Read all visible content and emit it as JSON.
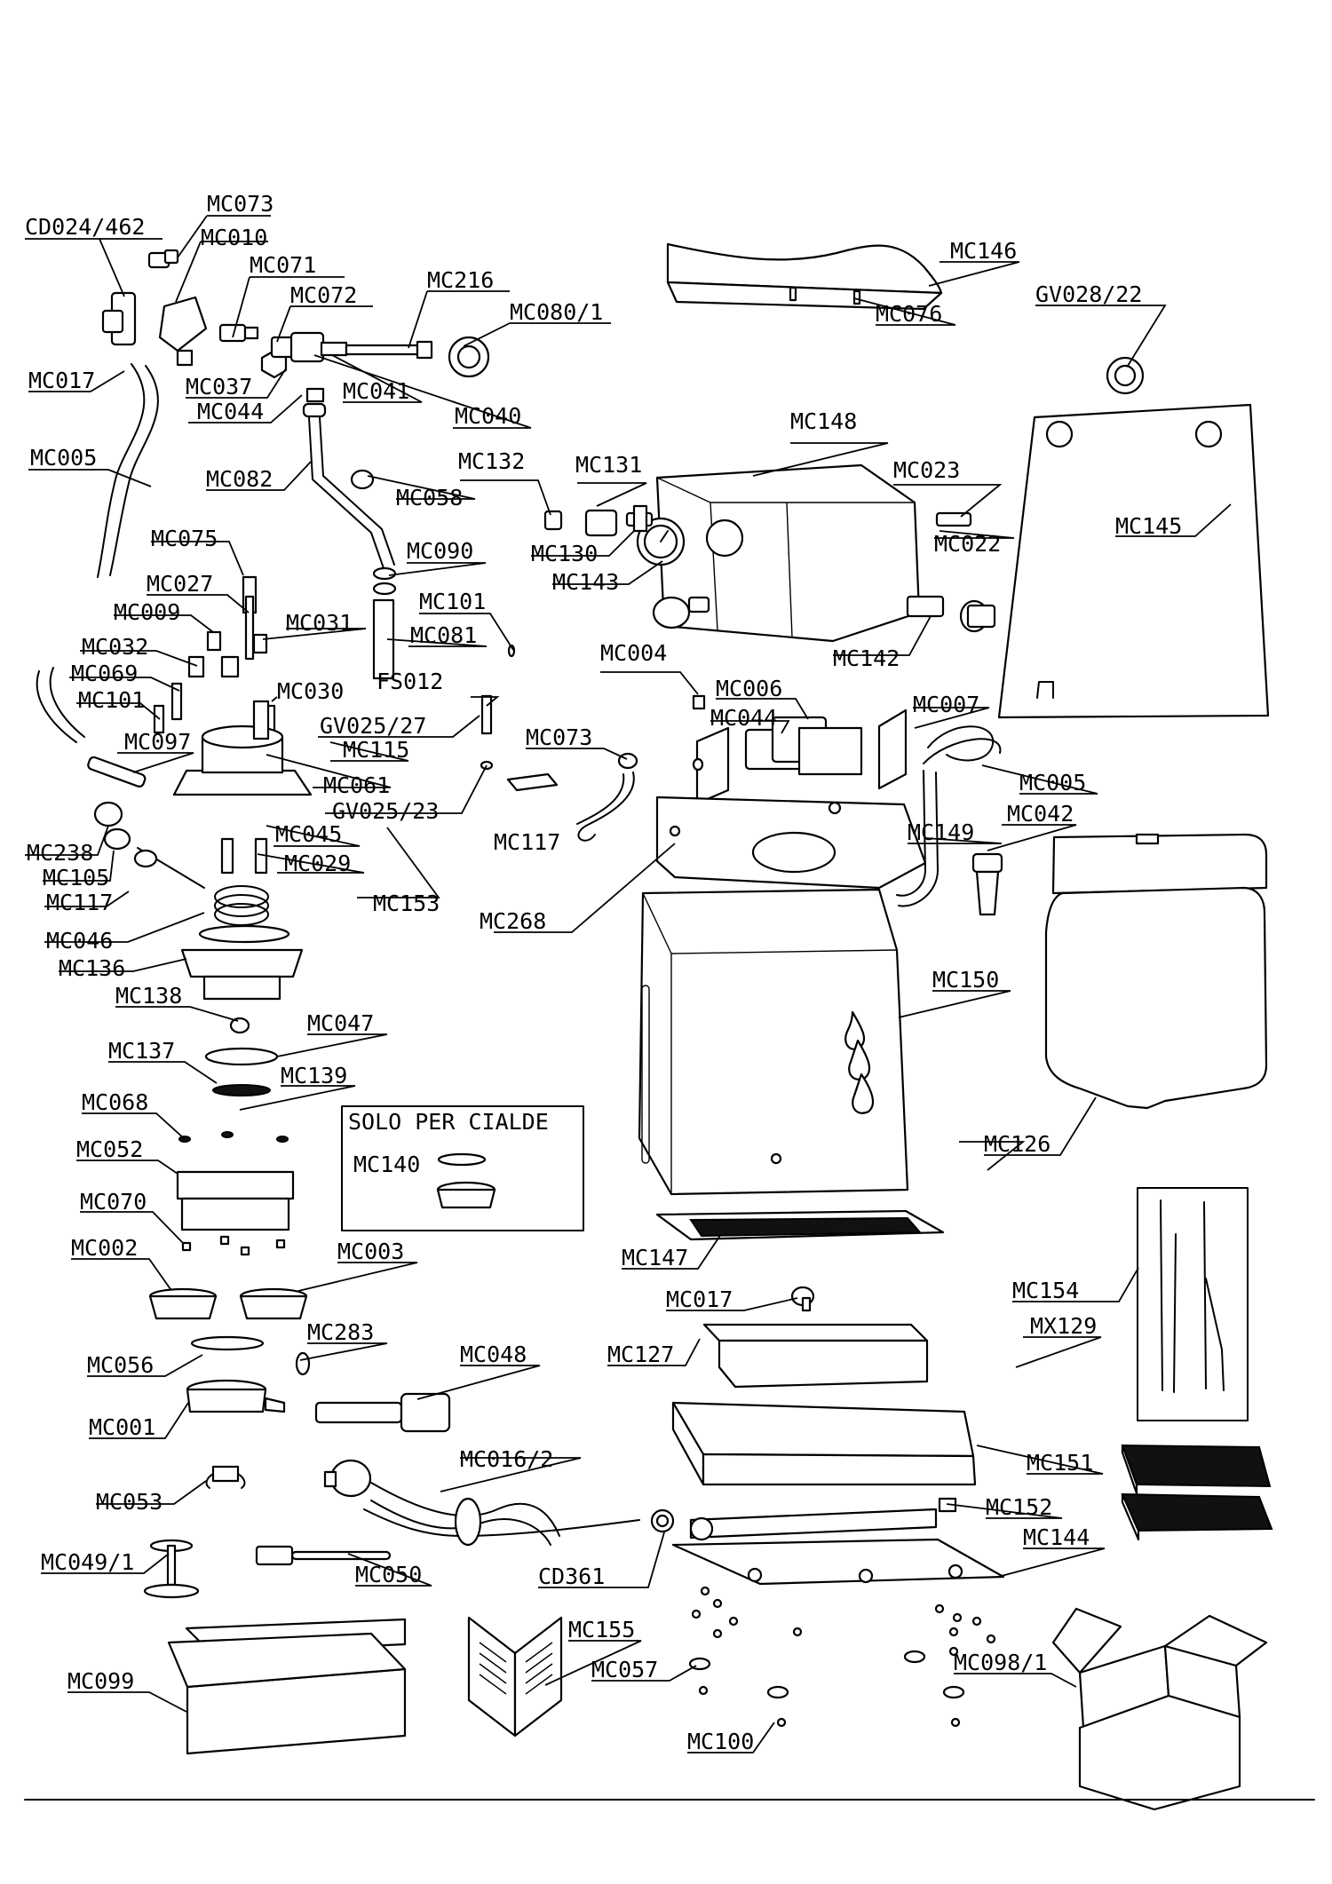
{
  "note": "SOLO PER CIALDE",
  "parts": [
    "CD024/462",
    "MC073",
    "MC010",
    "MC071",
    "MC072",
    "MC216",
    "MC080/1",
    "MC017",
    "MC037",
    "MC041",
    "MC044",
    "MC040",
    "MC005",
    "MC082",
    "MC058",
    "MC090",
    "MC101",
    "MC081",
    "MC075",
    "MC027",
    "MC009",
    "MC031",
    "MC032",
    "MC069",
    "MC101",
    "MC030",
    "FS012",
    "GV025/27",
    "MC115",
    "MC097",
    "MC061",
    "GV025/23",
    "MC238",
    "MC045",
    "MC105",
    "MC029",
    "MC117",
    "MC153",
    "MC046",
    "MC136",
    "MC138",
    "MC047",
    "MC137",
    "MC139",
    "MC068",
    "MC052",
    "MC140",
    "MC070",
    "MC002",
    "MC003",
    "MC283",
    "MC048",
    "MC056",
    "MC001",
    "MC016/2",
    "MC053",
    "MC049/1",
    "MC050",
    "CD361",
    "MC099",
    "MC155",
    "MC057",
    "MC100",
    "MC146",
    "GV028/22",
    "MC076",
    "MC148",
    "MC132",
    "MC131",
    "MC023",
    "MC022",
    "MC145",
    "MC130",
    "MC143",
    "MC142",
    "MC004",
    "MC006",
    "MC044",
    "MC007",
    "MC073",
    "MC005",
    "MC042",
    "MC117",
    "MC149",
    "MC268",
    "MC150",
    "MC126",
    "MC147",
    "MC017",
    "MC127",
    "MC154",
    "MX129",
    "MC151",
    "MC152",
    "MC144",
    "MC098/1"
  ]
}
